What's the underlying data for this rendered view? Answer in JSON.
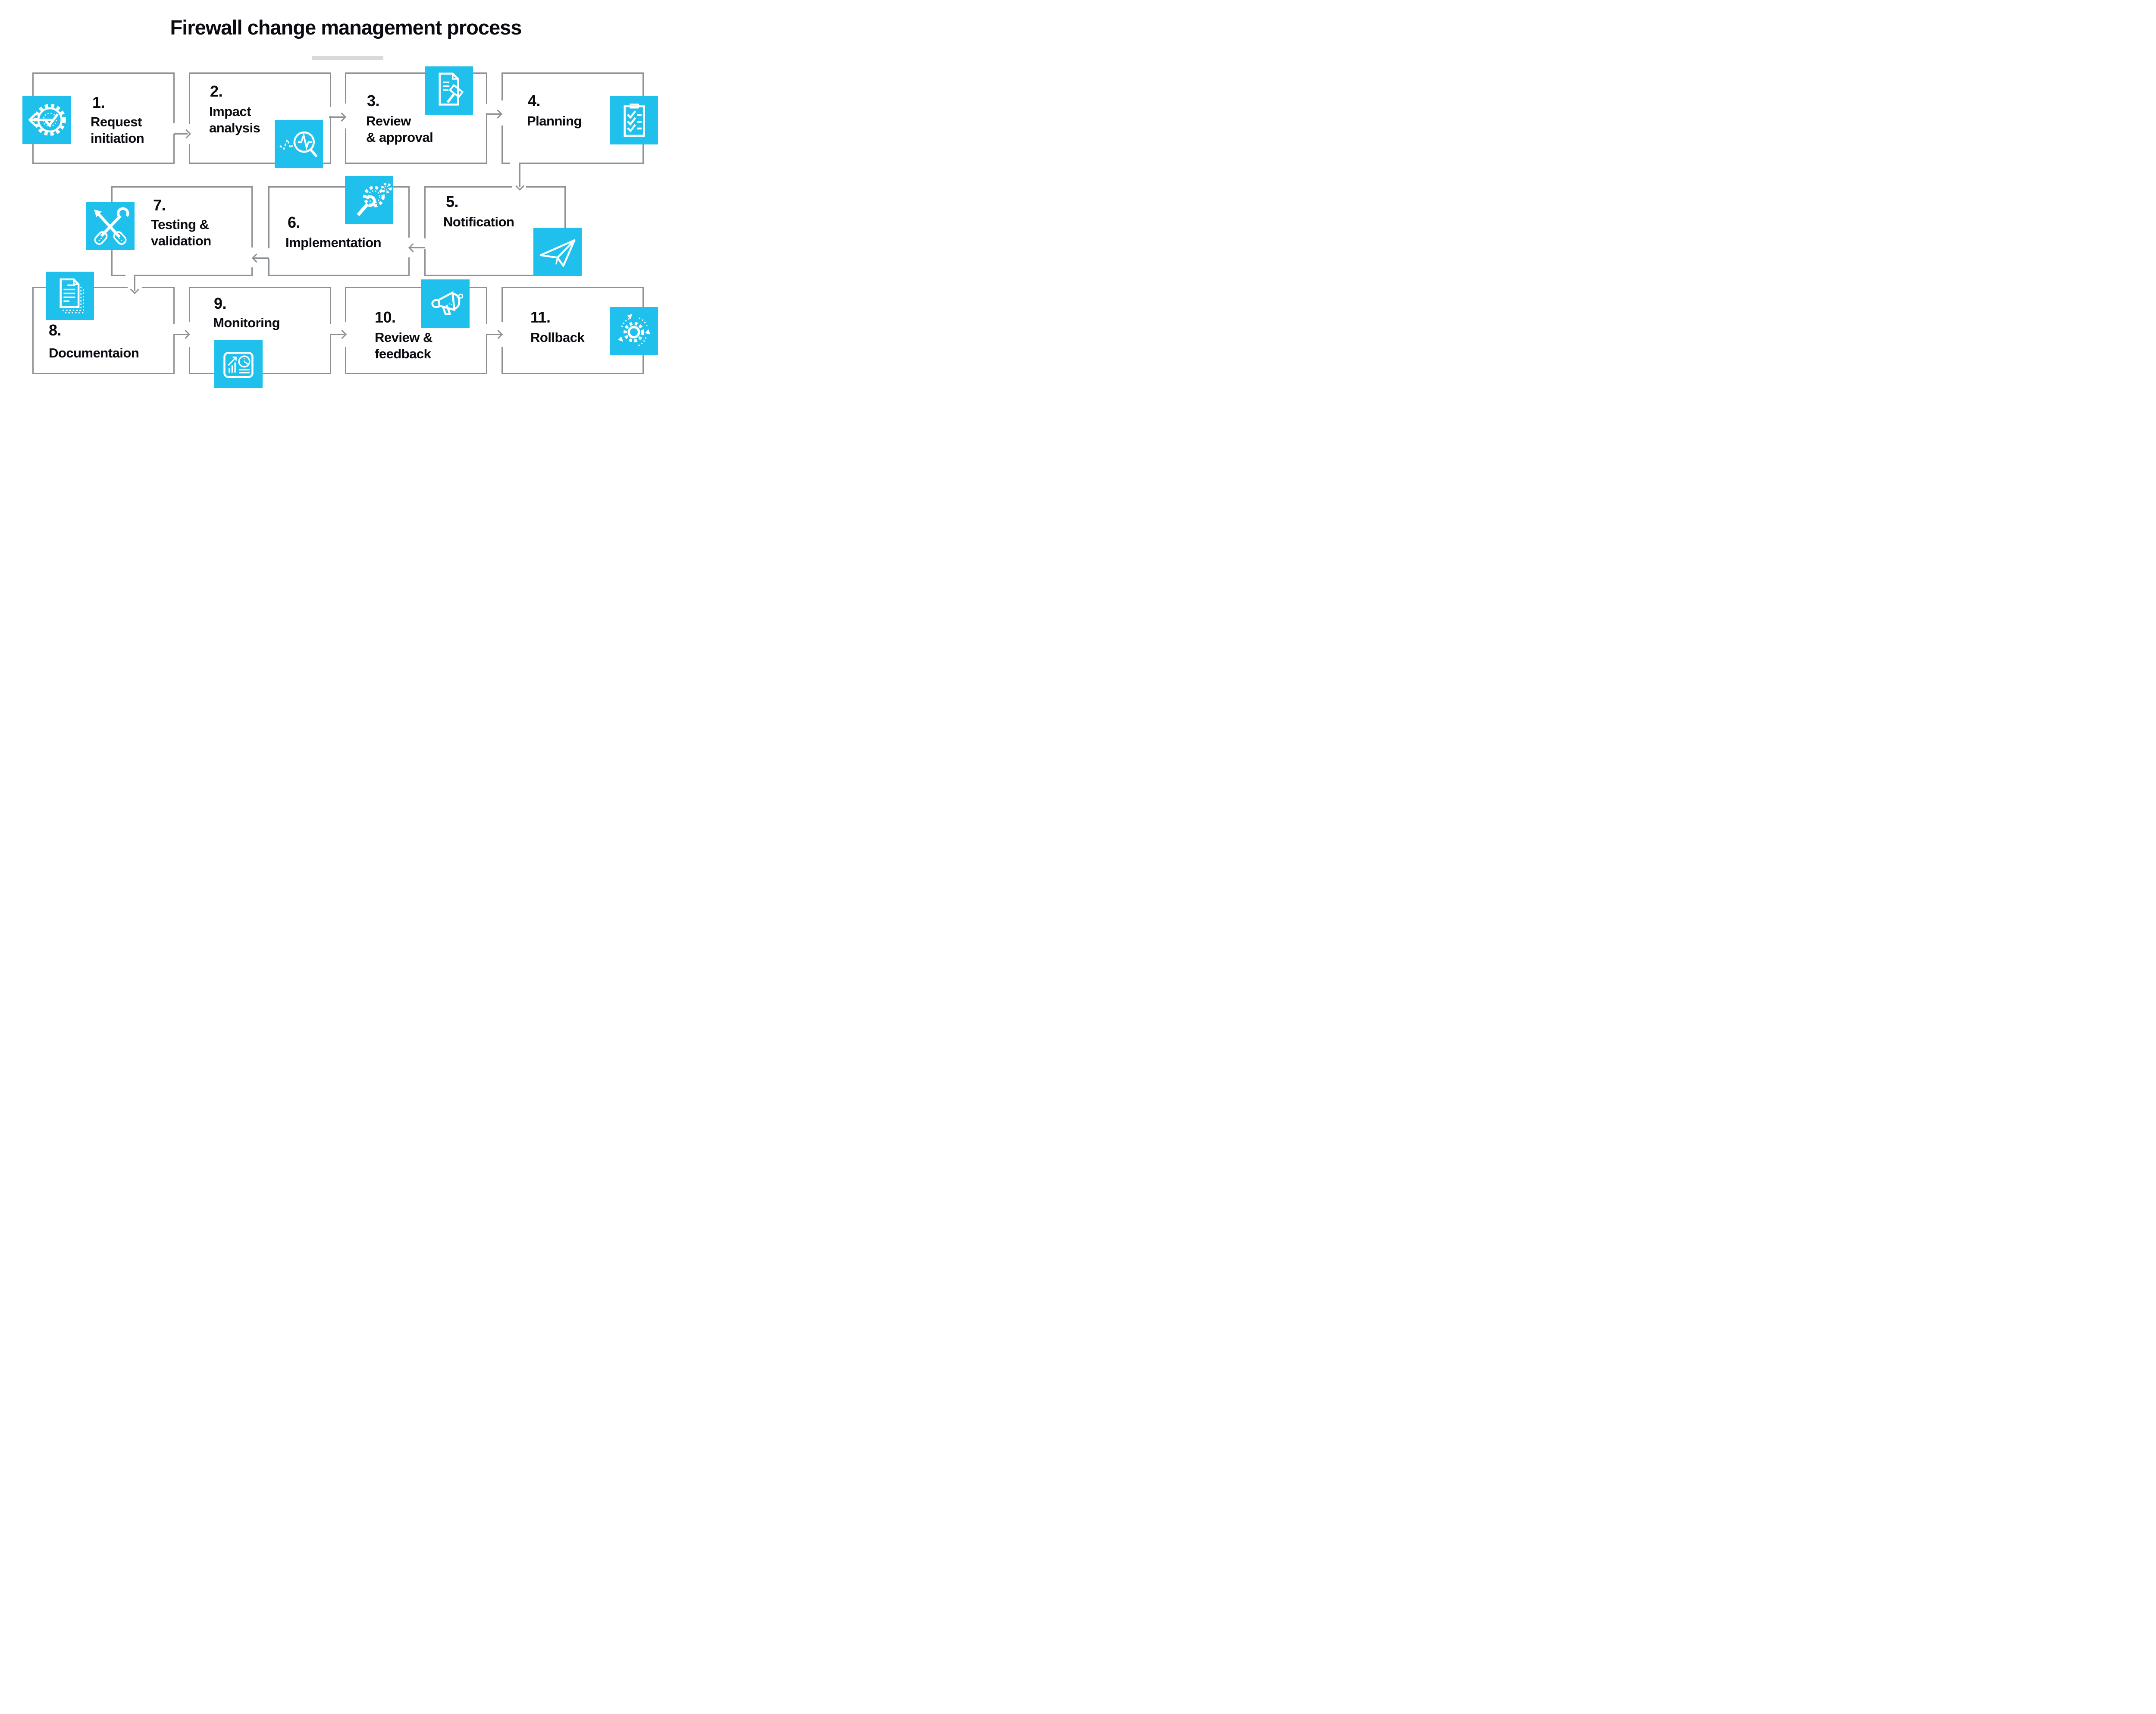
{
  "title": "Firewall change management process",
  "colors": {
    "accent": "#1FC0EB",
    "connector": "#8D9296",
    "text": "#0A0A10",
    "title_underline": "#D9D9D9",
    "background": "#FFFFFF",
    "icon_glyph": "#FFFFFF"
  },
  "steps": [
    {
      "number": "1.",
      "lines": [
        "Request",
        "initiation"
      ],
      "icon": "gear-check-arrow-icon"
    },
    {
      "number": "2.",
      "lines": [
        "Impact",
        "analysis"
      ],
      "icon": "pulse-magnifier-icon"
    },
    {
      "number": "3.",
      "lines": [
        "Review",
        "& approval"
      ],
      "icon": "document-gavel-icon"
    },
    {
      "number": "4.",
      "lines": [
        "Planning"
      ],
      "icon": "clipboard-checklist-icon"
    },
    {
      "number": "5.",
      "lines": [
        "Notification"
      ],
      "icon": "paper-plane-icon"
    },
    {
      "number": "6.",
      "lines": [
        "Implementation"
      ],
      "icon": "wrench-gears-icon"
    },
    {
      "number": "7.",
      "lines": [
        "Testing &",
        "validation"
      ],
      "icon": "crossed-tools-icon"
    },
    {
      "number": "8.",
      "lines": [
        "Documentaion"
      ],
      "icon": "stacked-documents-icon"
    },
    {
      "number": "9.",
      "lines": [
        "Monitoring"
      ],
      "icon": "dashboard-chart-icon"
    },
    {
      "number": "10.",
      "lines": [
        "Review &",
        "feedback"
      ],
      "icon": "megaphone-icon"
    },
    {
      "number": "11.",
      "lines": [
        "Rollback"
      ],
      "icon": "gear-rotation-icon"
    }
  ]
}
